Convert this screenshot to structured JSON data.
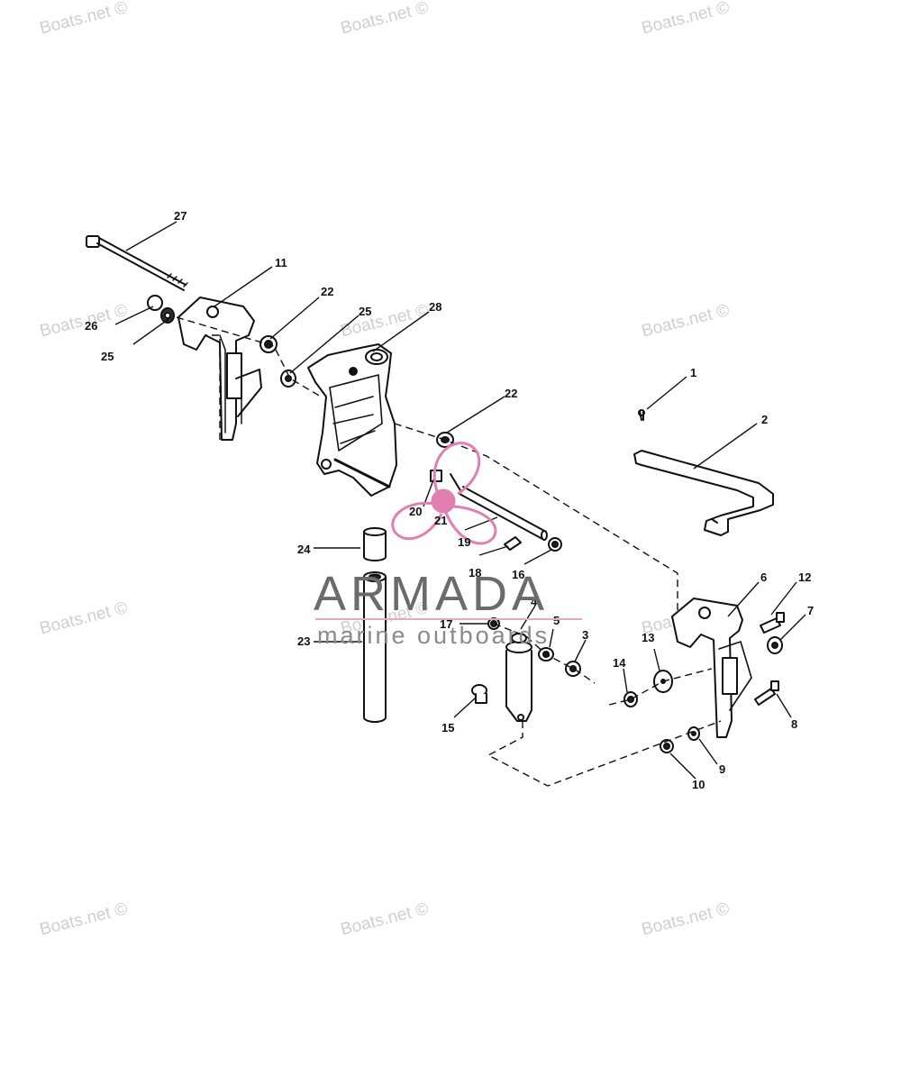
{
  "watermark": {
    "text": "Boats.net ©"
  },
  "logo": {
    "word": "ARMADA",
    "tagline": "marine outboards",
    "accent_color": "#e07fb0",
    "text_color": "#6b6b6b"
  },
  "callouts": [
    {
      "id": "c1",
      "label": "1"
    },
    {
      "id": "c2",
      "label": "2"
    },
    {
      "id": "c3",
      "label": "3"
    },
    {
      "id": "c4",
      "label": "4"
    },
    {
      "id": "c5",
      "label": "5"
    },
    {
      "id": "c6",
      "label": "6"
    },
    {
      "id": "c7",
      "label": "7"
    },
    {
      "id": "c8",
      "label": "8"
    },
    {
      "id": "c9",
      "label": "9"
    },
    {
      "id": "c10",
      "label": "10"
    },
    {
      "id": "c11",
      "label": "11"
    },
    {
      "id": "c12",
      "label": "12"
    },
    {
      "id": "c13",
      "label": "13"
    },
    {
      "id": "c14",
      "label": "14"
    },
    {
      "id": "c15",
      "label": "15"
    },
    {
      "id": "c16",
      "label": "16"
    },
    {
      "id": "c17",
      "label": "17"
    },
    {
      "id": "c18",
      "label": "18"
    },
    {
      "id": "c19",
      "label": "19"
    },
    {
      "id": "c20",
      "label": "20"
    },
    {
      "id": "c21",
      "label": "21"
    },
    {
      "id": "c22a",
      "label": "22"
    },
    {
      "id": "c22b",
      "label": "22"
    },
    {
      "id": "c23",
      "label": "23"
    },
    {
      "id": "c24",
      "label": "24"
    },
    {
      "id": "c25a",
      "label": "25"
    },
    {
      "id": "c25b",
      "label": "25"
    },
    {
      "id": "c26",
      "label": "26"
    },
    {
      "id": "c27",
      "label": "27"
    },
    {
      "id": "c28",
      "label": "28"
    }
  ]
}
